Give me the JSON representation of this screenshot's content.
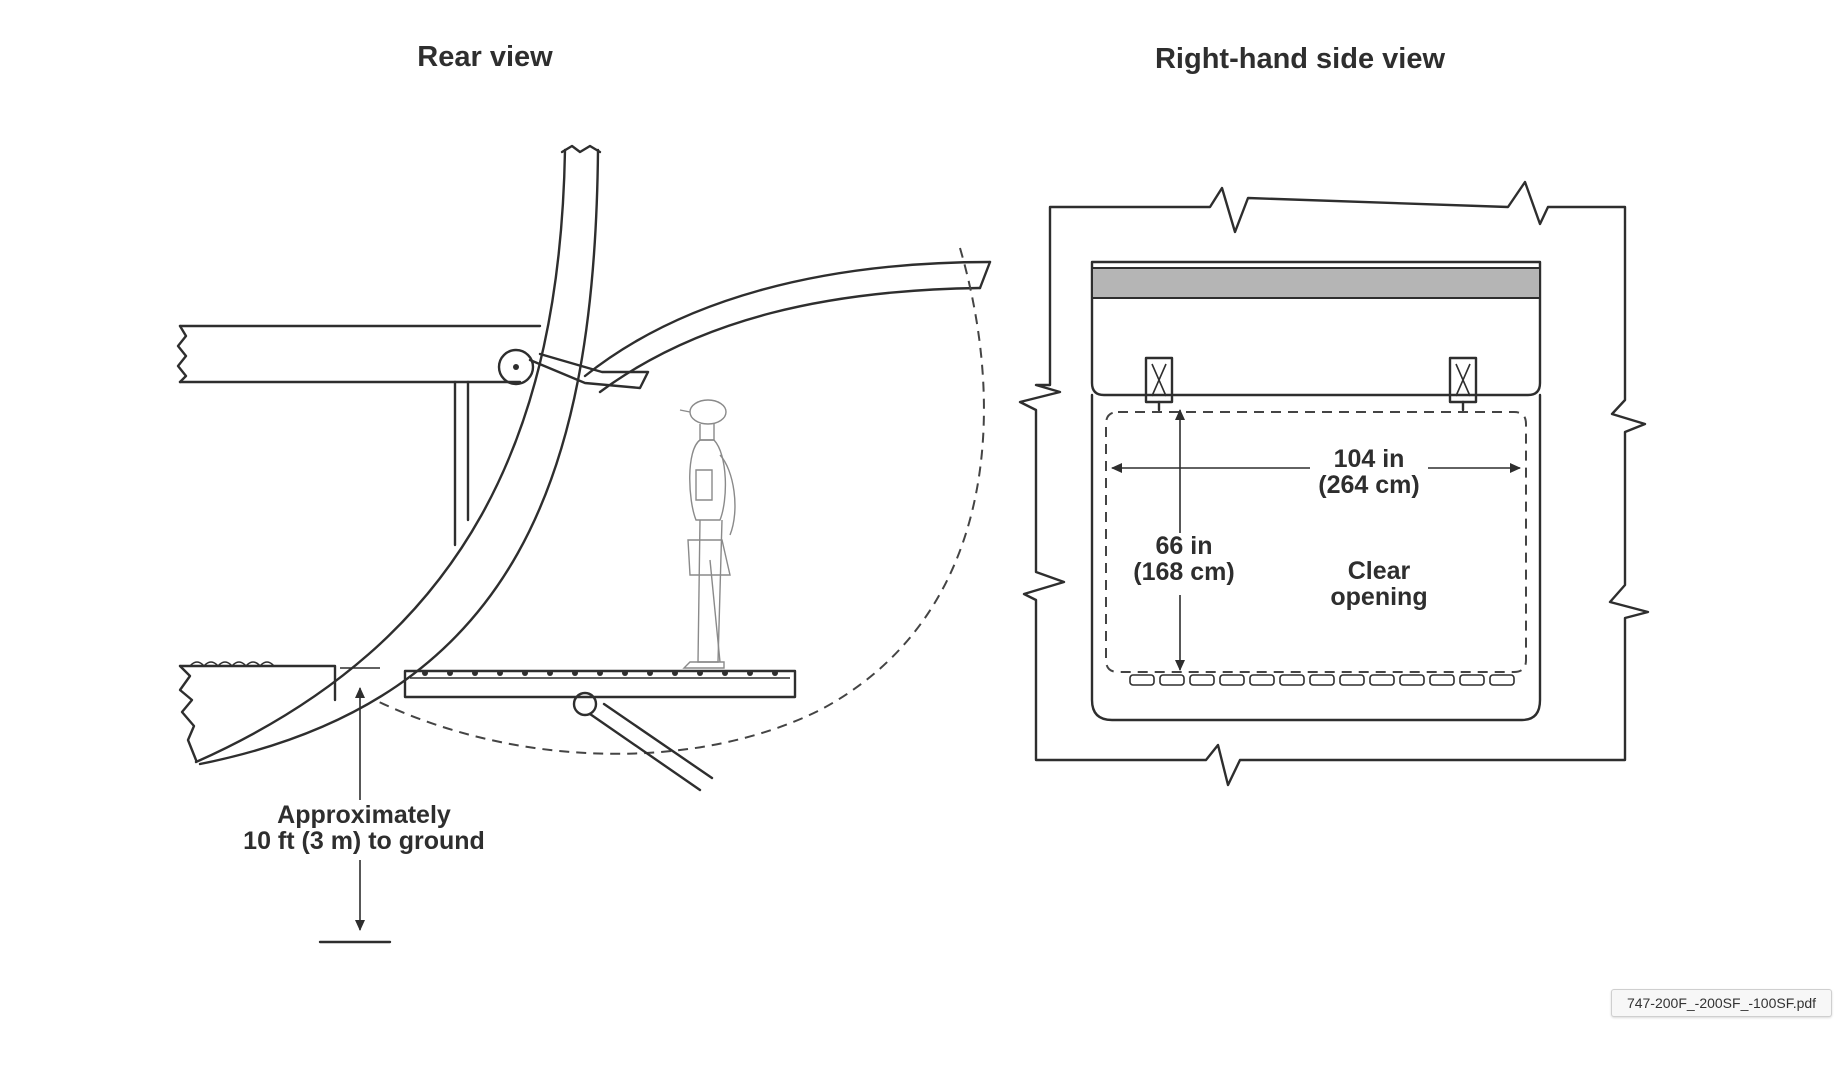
{
  "titles": {
    "rear": "Rear view",
    "side": "Right-hand side view"
  },
  "rear_view": {
    "ground_note_line1": "Approximately",
    "ground_note_line2": "10 ft (3 m) to ground"
  },
  "side_view": {
    "width_in": "104 in",
    "width_cm": "(264 cm)",
    "height_in": "66 in",
    "height_cm": "(168 cm)",
    "clear_line1": "Clear",
    "clear_line2": "opening"
  },
  "file_tag": "747-200F_-200SF_-100SF.pdf"
}
